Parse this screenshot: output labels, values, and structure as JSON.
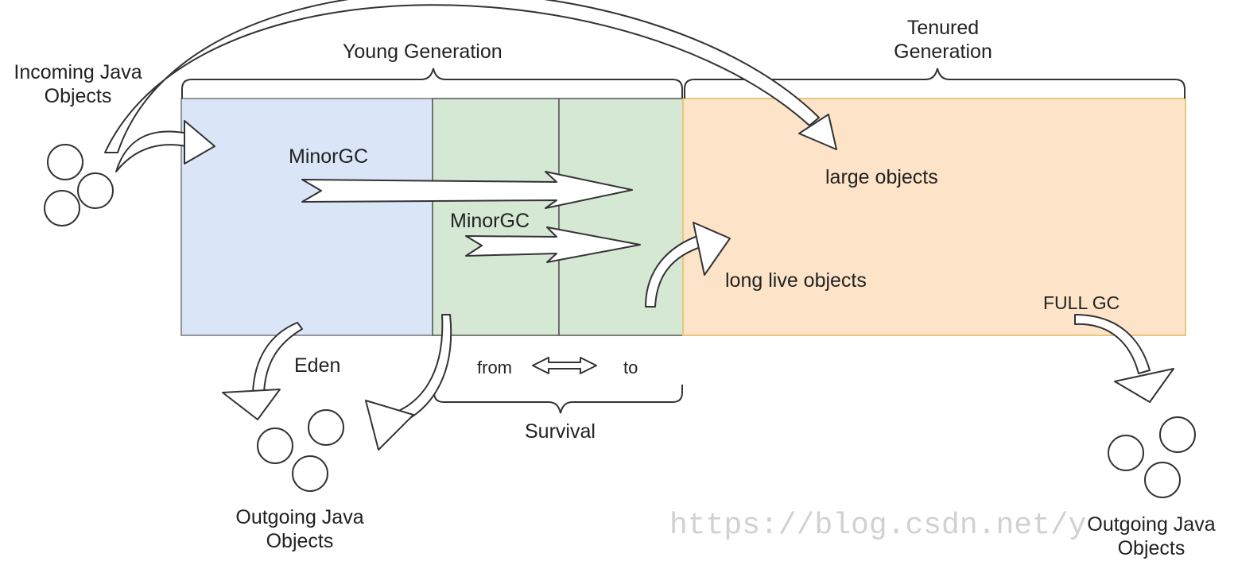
{
  "labels": {
    "incoming": [
      "Incoming Java",
      "Objects"
    ],
    "young_generation": "Young Generation",
    "tenured": [
      "Tenured",
      "Generation"
    ],
    "minor_gc_1": "MinorGC",
    "minor_gc_2": "MinorGC",
    "large_objects": "large objects",
    "long_live_objects": "long live objects",
    "full_gc": "FULL GC",
    "eden": "Eden",
    "from": "from",
    "to": "to",
    "survival": "Survival",
    "outgoing_left": [
      "Outgoing Java",
      "Objects"
    ],
    "outgoing_right": [
      "Outgoing Java",
      "Objects"
    ]
  },
  "watermark": "https://blog.csdn.net/y",
  "colors": {
    "eden": "#dae6f8",
    "survivor": "#d5e8d4",
    "tenured": "#fde4c9",
    "tenured_border": "#e8c77e",
    "stroke": "#333333"
  }
}
